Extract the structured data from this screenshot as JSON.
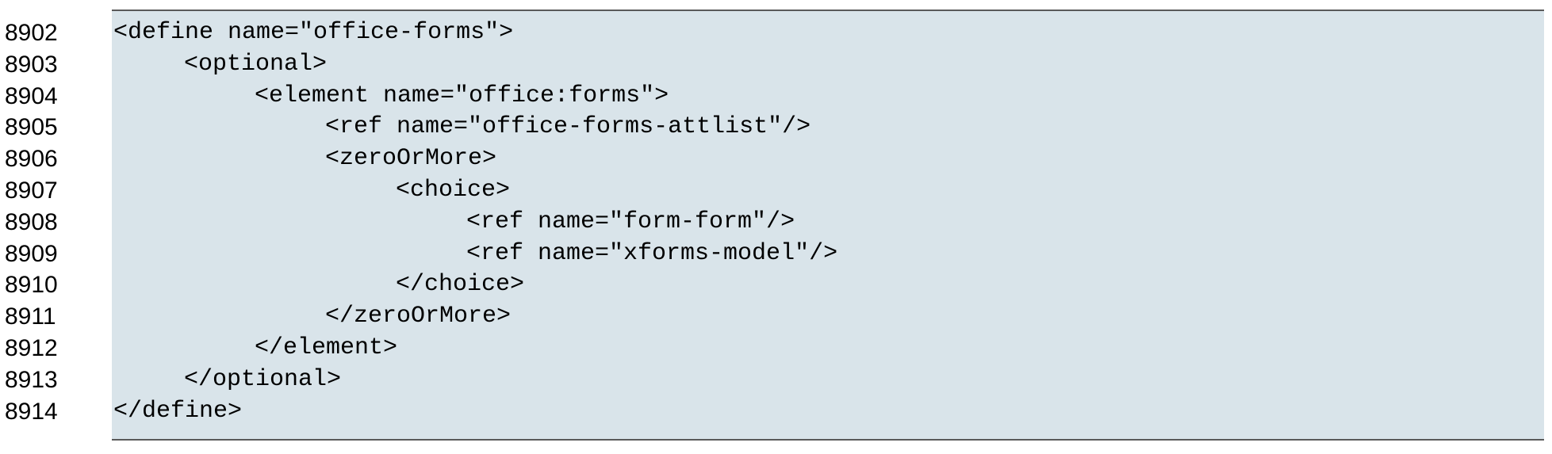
{
  "listing": {
    "line_numbers": [
      "8902",
      "8903",
      "8904",
      "8905",
      "8906",
      "8907",
      "8908",
      "8909",
      "8910",
      "8911",
      "8912",
      "8913",
      "8914"
    ],
    "code_lines": [
      "<define name=\"office-forms\">",
      "<optional>",
      "<element name=\"office:forms\">",
      "<ref name=\"office-forms-attlist\"/>",
      "<zeroOrMore>",
      "<choice>",
      "<ref name=\"form-form\"/>",
      "<ref name=\"xforms-model\"/>",
      "</choice>",
      "</zeroOrMore>",
      "</element>",
      "</optional>",
      "</define>"
    ],
    "background_color": "#d9e4ea",
    "rule_color": "#5a5a5a"
  }
}
